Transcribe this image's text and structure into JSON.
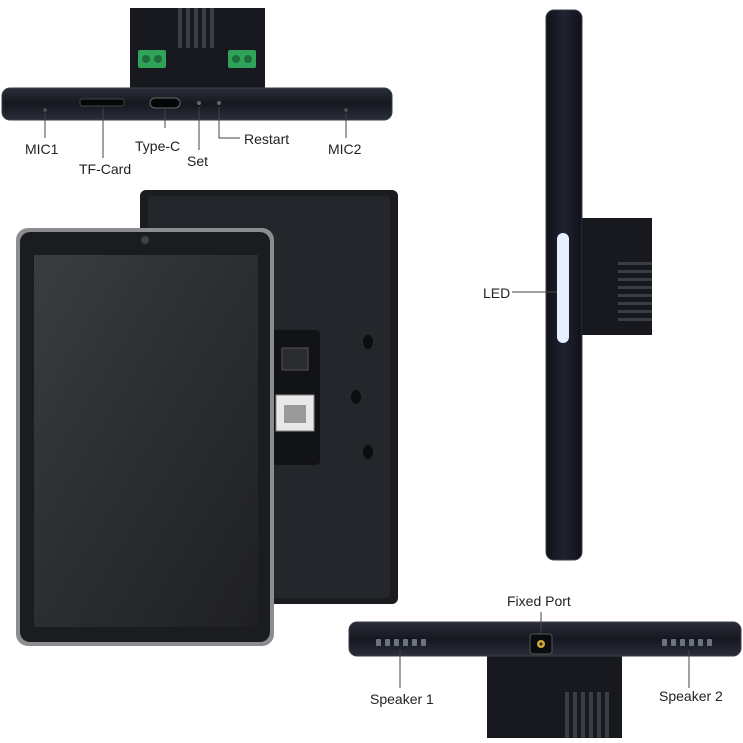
{
  "labels": {
    "mic1": "MIC1",
    "tf_card": "TF-Card",
    "type_c": "Type-C",
    "set": "Set",
    "restart": "Restart",
    "mic2": "MIC2",
    "led": "LED",
    "fixed_port": "Fixed Port",
    "speaker1": "Speaker 1",
    "speaker2": "Speaker 2"
  },
  "colors": {
    "body": "#1b1e26",
    "body_edge": "#3a3e48",
    "screen": "#2f3134",
    "bezel": "#8b8d90",
    "terminal_green": "#2fa35a",
    "led_glow": "#e6f0ff"
  }
}
